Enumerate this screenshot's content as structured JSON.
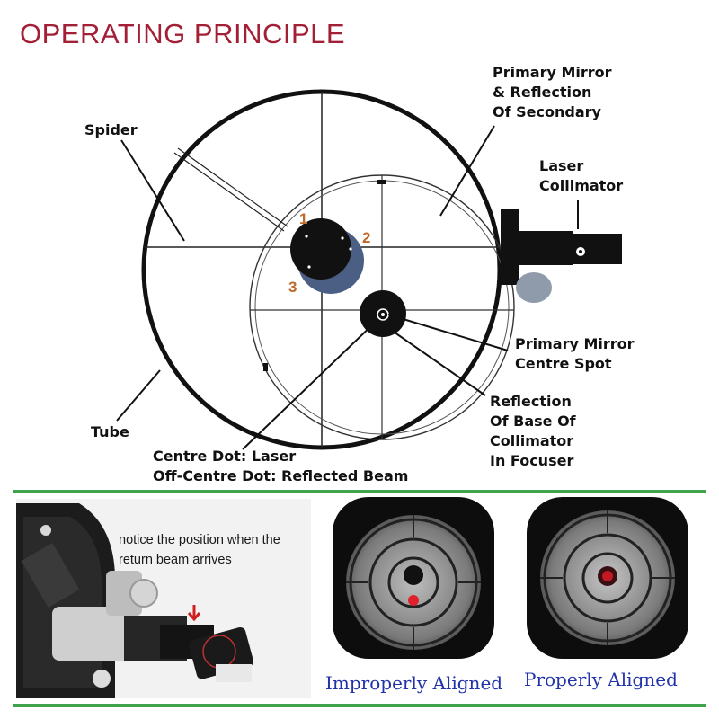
{
  "title": "OPERATING PRINCIPLE",
  "labels": {
    "spider": "Spider",
    "primary_mirror_reflection": [
      "Primary Mirror",
      "& Reflection",
      "Of Secondary"
    ],
    "laser_collimator": [
      "Laser",
      "Collimator"
    ],
    "primary_mirror_centre_spot": [
      "Primary Mirror",
      "Centre Spot"
    ],
    "reflection_base": [
      "Reflection",
      "Of Base Of",
      "Collimator",
      "In Focuser"
    ],
    "tube": "Tube",
    "centre_dot": [
      "Centre Dot: Laser",
      "Off-Centre Dot: Reflected Beam"
    ]
  },
  "numbers": [
    "1",
    "2",
    "3"
  ],
  "photo_caption": [
    "notice the position when the",
    "return beam arrives"
  ],
  "alignment": {
    "improper": "Improperly Aligned",
    "proper": "Properly Aligned"
  },
  "colors": {
    "title": "#a21f36",
    "divider": "#3ea34a",
    "number": "#c06a2a",
    "alignment_text": "#2233aa",
    "laser_dot": "#e0202a"
  }
}
